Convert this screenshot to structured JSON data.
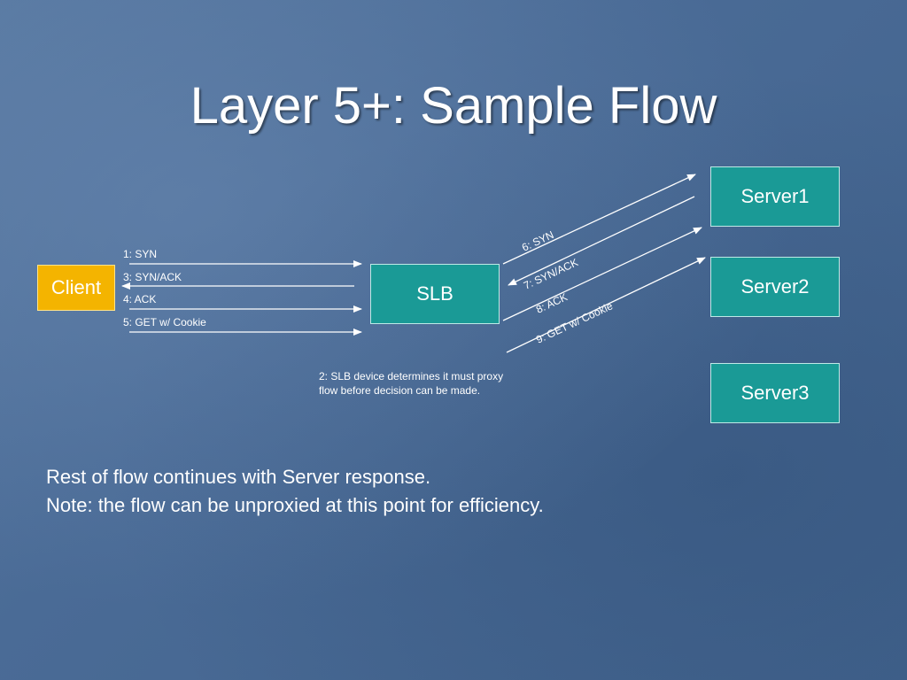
{
  "title": "Layer 5+: Sample Flow",
  "nodes": {
    "client": "Client",
    "slb": "SLB",
    "server1": "Server1",
    "server2": "Server2",
    "server3": "Server3"
  },
  "client_messages": [
    "1: SYN",
    "3: SYN/ACK",
    "4: ACK",
    "5: GET w/ Cookie"
  ],
  "server_messages": [
    "6: SYN",
    "7: SYN/ACK",
    "8: ACK",
    "9: GET w/ Cookie"
  ],
  "note_lines": [
    "2: SLB device determines it must proxy",
    "flow before decision can be made."
  ],
  "body_lines": [
    "Rest of flow continues with Server response.",
    "Note: the flow can be unproxied at this point for efficiency."
  ],
  "colors": {
    "background": "#4a6b96",
    "client": "#f4b400",
    "node": "#1a9a96",
    "text": "#ffffff"
  }
}
